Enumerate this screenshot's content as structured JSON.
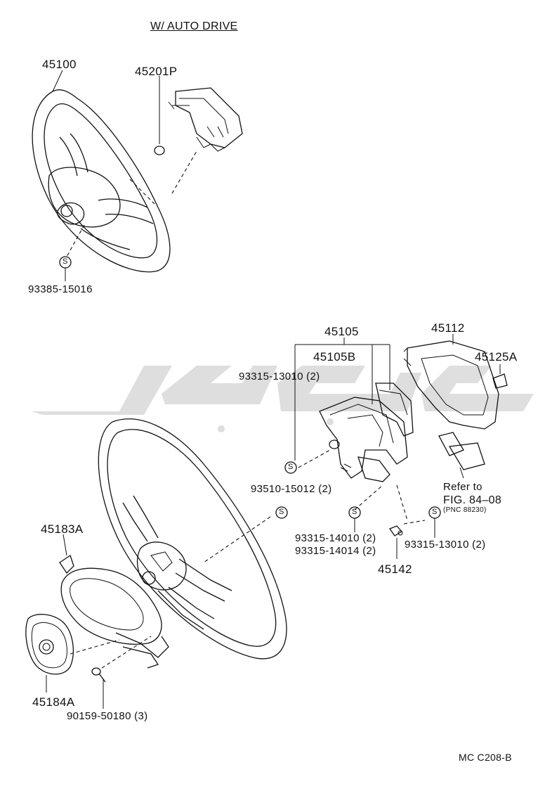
{
  "header": {
    "title": "W/ AUTO DRIVE"
  },
  "watermark": {
    "color": "#d9d9d9"
  },
  "callouts": {
    "p45100": "45100",
    "p45201P": "45201P",
    "p93385": "93385-15016",
    "p45105": "45105",
    "p45105B": "45105B",
    "p93315_13010a": "93315-13010 (2)",
    "p45112": "45112",
    "p45125A": "45125A",
    "p93510": "93510-15012 (2)",
    "p45183A": "45183A",
    "p93315_14010": "93315-14010 (2)",
    "p93315_14014": "93315-14014 (2)",
    "p93315_13010b": "93315-13010 (2)",
    "p45142": "45142",
    "refer1": "Refer to",
    "refer2": "FIG. 84–08",
    "refer3": "(PNC 88230)",
    "p45184A": "45184A",
    "p90159": "90159-50180 (3)"
  },
  "screw_symbol": "S",
  "footer": {
    "code": "MC C208-B"
  }
}
